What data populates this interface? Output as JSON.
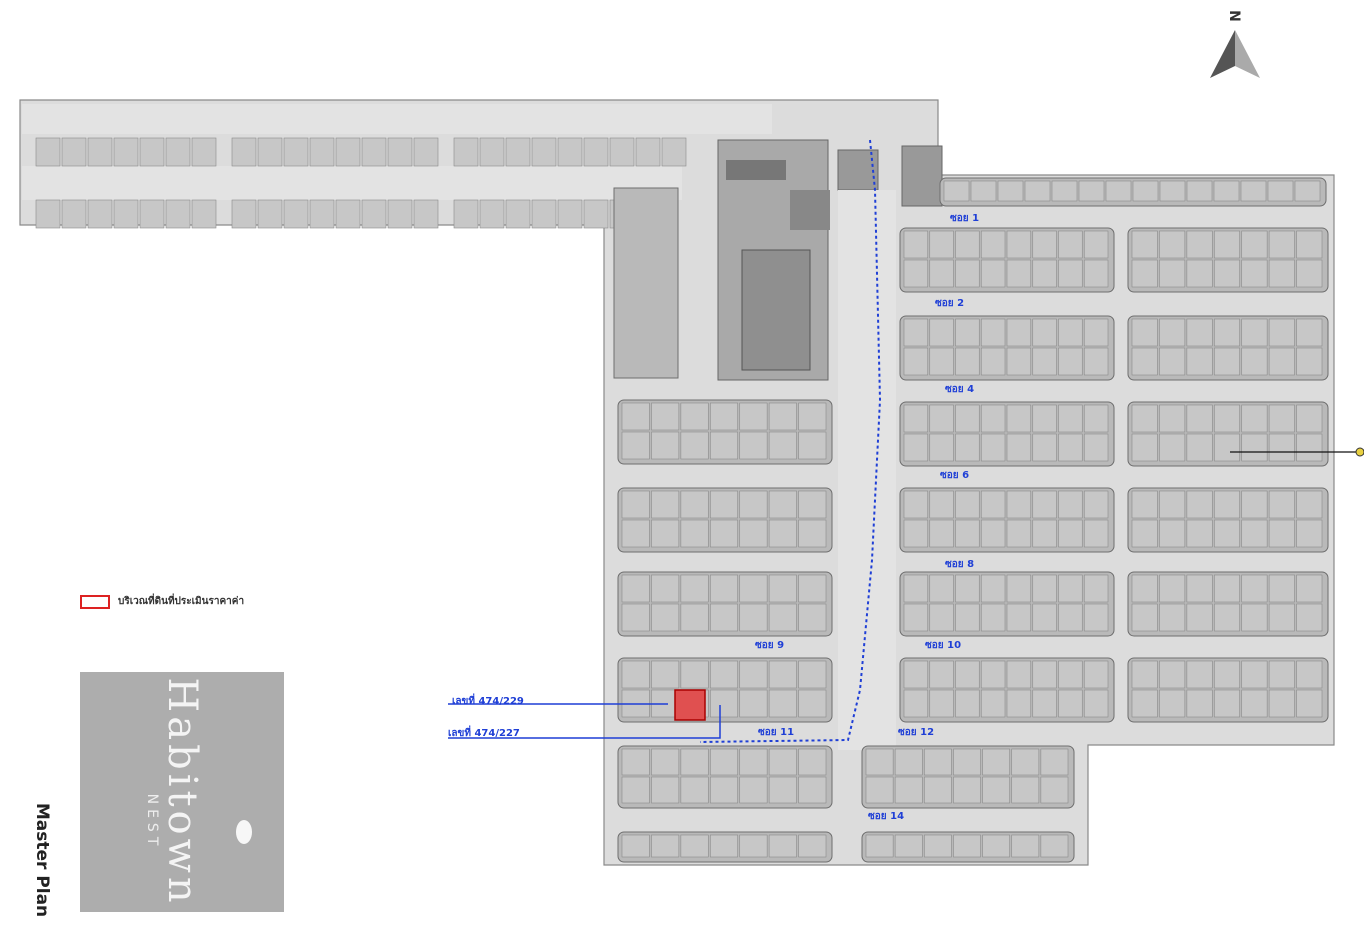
{
  "map": {
    "title": "Master Plan",
    "project_logo": "Habitown",
    "project_logo_sub": "NEST",
    "north_label": "N",
    "legend_label": "บริเวณที่ดินที่ประเมินราคาค่า",
    "soi_labels": [
      "ซอย 1",
      "ซอย 2",
      "ซอย 4",
      "ซอย 6",
      "ซอย 8",
      "ซอย 9",
      "ซอย 10",
      "ซอย 11",
      "ซอย 12",
      "ซอย 14"
    ],
    "callout_1": "เลขที่ 474/229",
    "callout_2": "เลขที่ 474/227",
    "highlight_color": "#e05050",
    "route_color": "#1f3fd6"
  }
}
